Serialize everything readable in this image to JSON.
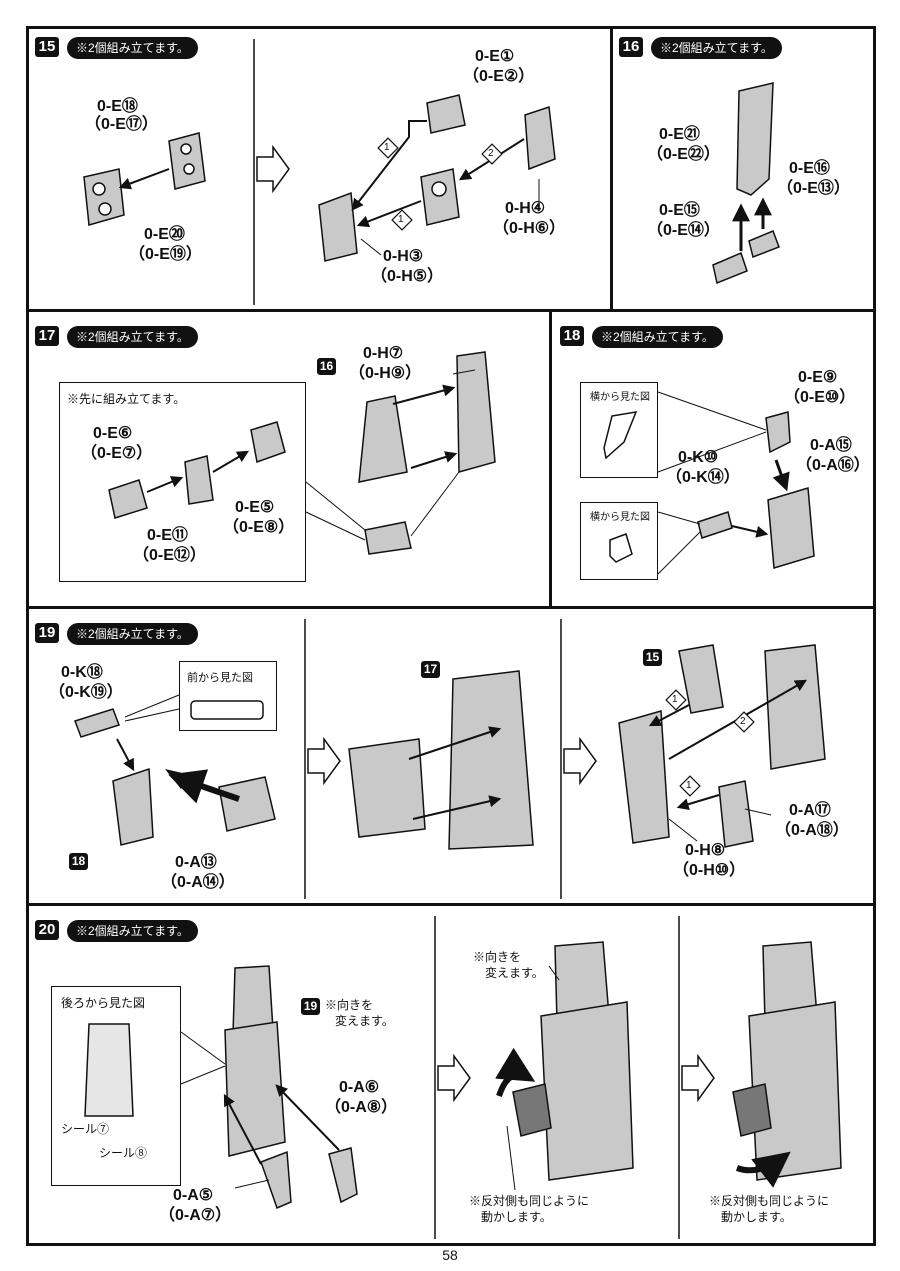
{
  "page_number": "58",
  "common_note": "※2個組み立てます。",
  "step15": {
    "number": "15",
    "parts": {
      "a1": "0-E⑱",
      "a2": "（0-E⑰）",
      "b1": "0-E⑳",
      "b2": "（0-E⑲）",
      "c1": "0-E①",
      "c2": "（0-E②）",
      "d1": "0-H④",
      "d2": "（0-H⑥）",
      "e1": "0-H③",
      "e2": "（0-H⑤）"
    },
    "order": [
      "1",
      "1",
      "2"
    ]
  },
  "step16": {
    "number": "16",
    "parts": {
      "a1": "0-E㉑",
      "a2": "（0-E㉒）",
      "b1": "0-E⑯",
      "b2": "（0-E⑬）",
      "c1": "0-E⑮",
      "c2": "（0-E⑭）"
    }
  },
  "step17": {
    "number": "17",
    "pre_note": "※先に組み立てます。",
    "ref": "16",
    "parts": {
      "a1": "0-E⑥",
      "a2": "（0-E⑦）",
      "b1": "0-E⑪",
      "b2": "（0-E⑫）",
      "c1": "0-E⑤",
      "c2": "（0-E⑧）",
      "d1": "0-H⑦",
      "d2": "（0-H⑨）"
    }
  },
  "step18": {
    "number": "18",
    "side_view": "横から見た図",
    "parts": {
      "a1": "0-E⑨",
      "a2": "（0-E⑩）",
      "b1": "0-A⑮",
      "b2": "（0-A⑯）",
      "c1": "0-K⑩",
      "c2": "（0-K⑭）"
    }
  },
  "step19": {
    "number": "19",
    "front_view": "前から見た図",
    "refs": [
      "18",
      "17",
      "15"
    ],
    "parts": {
      "a1": "0-K⑱",
      "a2": "（0-K⑲）",
      "b1": "0-A⑬",
      "b2": "（0-A⑭）",
      "c1": "0-A⑰",
      "c2": "（0-A⑱）",
      "d1": "0-H⑧",
      "d2": "（0-H⑩）"
    },
    "order": [
      "1",
      "2",
      "1"
    ]
  },
  "step20": {
    "number": "20",
    "back_view": "後ろから見た図",
    "ref": "19",
    "turn_note_1": "※向きを",
    "turn_note_2": "変えます。",
    "sticker7": "シール⑦",
    "sticker8": "シール⑧",
    "opposite_1": "※反対側も同じように",
    "opposite_2": "動かします。",
    "parts": {
      "a1": "0-A⑥",
      "a2": "（0-A⑧）",
      "b1": "0-A⑤",
      "b2": "（0-A⑦）"
    }
  }
}
